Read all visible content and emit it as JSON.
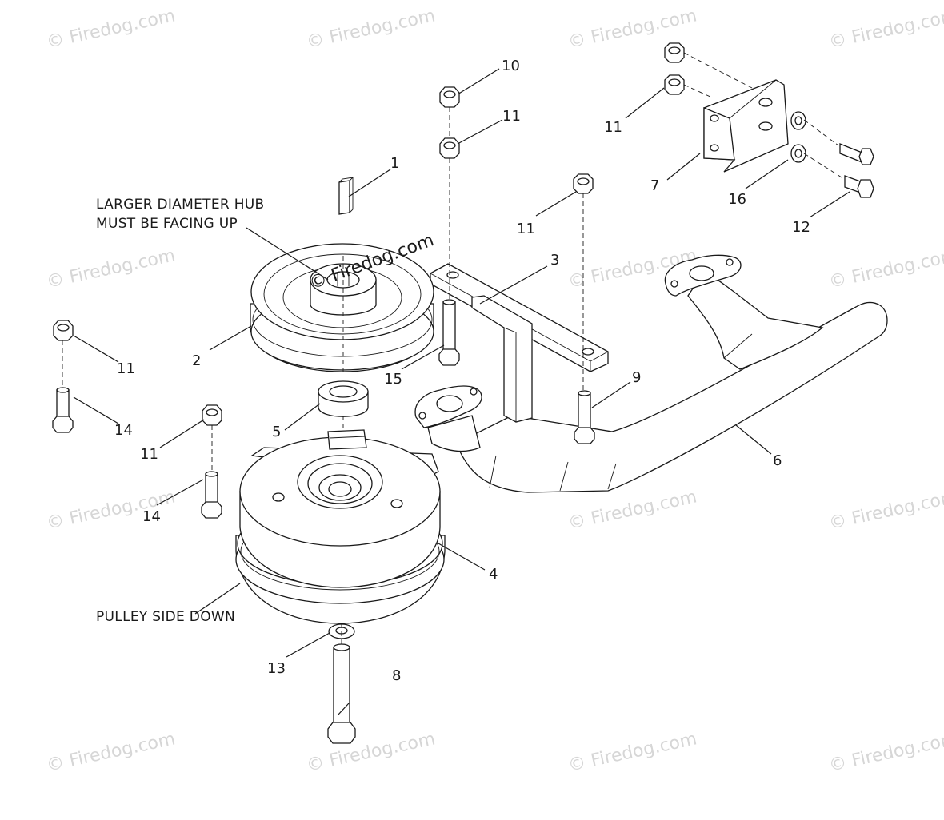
{
  "watermark_text": "© Firedog.com",
  "notes": {
    "hub_line1": "LARGER DIAMETER HUB",
    "hub_line2": "MUST BE FACING UP",
    "pulley": "PULLEY SIDE DOWN"
  },
  "callouts": {
    "c1": "1",
    "c2": "2",
    "c3": "3",
    "c4": "4",
    "c5": "5",
    "c6": "6",
    "c7": "7",
    "c8": "8",
    "c9": "9",
    "c10": "10",
    "c11a": "11",
    "c11b": "11",
    "c11c": "11",
    "c11d": "11",
    "c11e": "11",
    "c12": "12",
    "c13": "13",
    "c14a": "14",
    "c14b": "14",
    "c15": "15",
    "c16": "16"
  }
}
